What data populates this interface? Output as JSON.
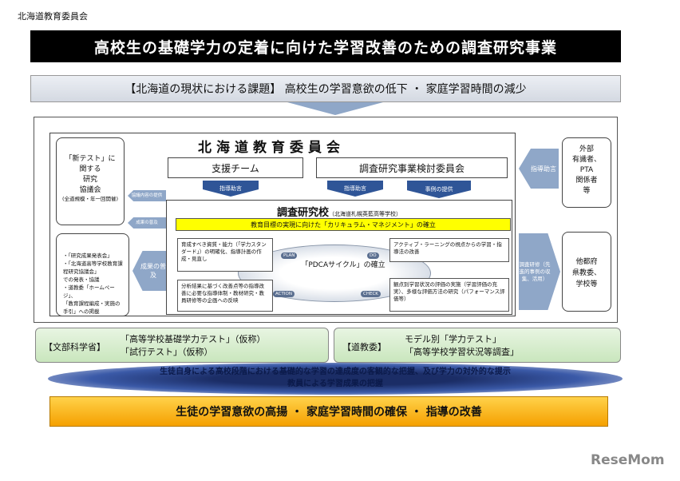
{
  "organization": "北海道教育委員会",
  "title": "高校生の基礎学力の定着に向けた学習改善のための調査研究事業",
  "issue": "【北海道の現状における課題】 高校生の学習意欲の低下 ・ 家庭学習時間の減少",
  "board": {
    "title": "北海道教育委員会",
    "support_team": "支援チーム",
    "committee": "調査研究事業検討委員会",
    "arrow_guidance_1": "指導助言",
    "arrow_guidance_2": "指導助言",
    "arrow_case": "事例の提供"
  },
  "left": {
    "box1_lines": [
      "「新テスト」に",
      "関する",
      "研究",
      "協議会"
    ],
    "box1_note": "(全道規模・年一回開催)",
    "arrow1": "協議内容の提供",
    "arrow2": "成果の普及",
    "arrow3": "成果の普及",
    "box2_lines": [
      "・「研究成果発表会」",
      "・「北海道高等学校教育課程研究協議会」",
      "での発表・協議",
      "・道教委「ホームページ」、",
      "「教育課程編成・実施の手引」への掲載"
    ]
  },
  "right": {
    "box1_lines": [
      "外部",
      "有識者、",
      "PTA",
      "関係者",
      "等"
    ],
    "arrow1": "指導助言",
    "arrow2": "調査研修（先進的事例の収集、活用）",
    "box2_lines": [
      "他都府",
      "県教委、",
      "学校等"
    ]
  },
  "school": {
    "title": "調査研究校",
    "subtitle": "（北海道札幌英藍高等学校）",
    "goal": "教育目標の実現に向けた「カリキュラム・マネジメント」の確立",
    "plan_note": "育成すべき資質・能力（「学力スタンダード」）の明確化、指導計画の作成・見直し",
    "do_note": "アクティブ・ラーニングの視点からの学習・指導法の改善",
    "action_note": "分析結果に基づく改善点等の指導改善に必要な指導体制・教材研究・教員研修等の企画への反映",
    "check_note": "観点別学習状況の評価の実施（学習評価の充実）、多様な評価方法の研究（パフォーマンス評価等）",
    "pdca": "「PDCAサイクル」の確立",
    "tag_plan": "PLAN",
    "tag_do": "DO",
    "tag_action": "ACTION",
    "tag_check": "CHECK"
  },
  "mext": {
    "label": "【文部科学省】",
    "lines": [
      "「高等学校基礎学力テスト」（仮称）",
      "「試行テスト」（仮称）"
    ]
  },
  "dokyoi": {
    "label": "【道教委】",
    "lines": [
      "モデル別「学力テスト」",
      "「高等学校学習状況等調査」"
    ]
  },
  "outcome_lines": [
    "生徒自身による高校段階における基礎的な学習の達成度の客観的な把握、及び学力の対外的な提示",
    "教員による学習成果の把握"
  ],
  "result": "生徒の学習意欲の高揚 ・ 家庭学習時間の確保 ・ 指導の改善",
  "watermark": "ReseMom"
}
